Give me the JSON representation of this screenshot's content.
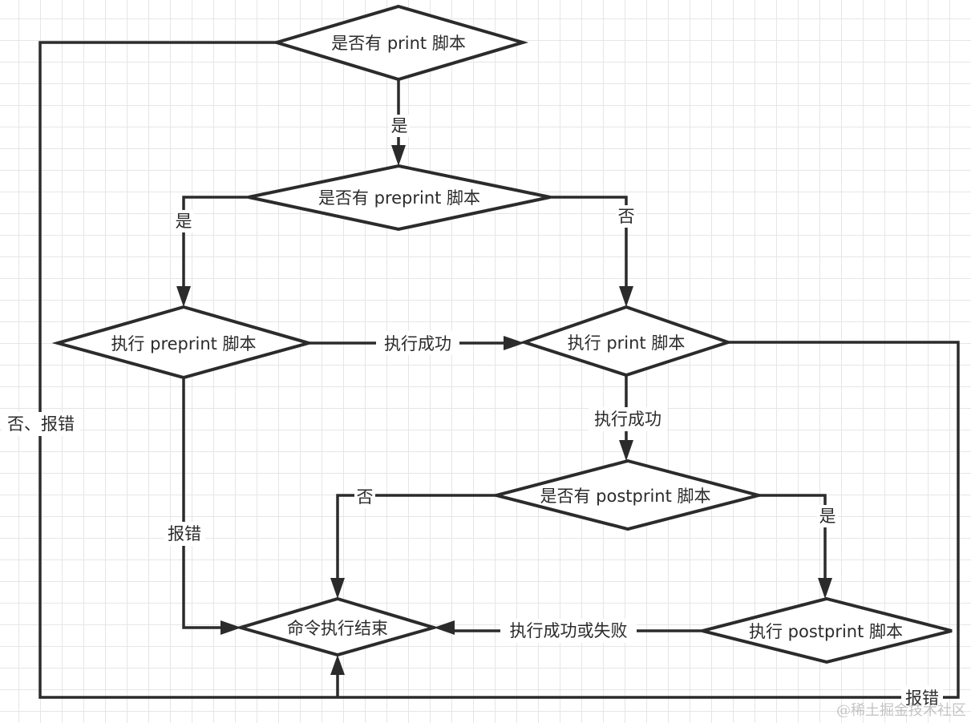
{
  "nodes": {
    "has_print": "是否有 print 脚本",
    "has_preprint": "是否有 preprint 脚本",
    "run_preprint": "执行 preprint 脚本",
    "run_print": "执行 print 脚本",
    "has_postprint": "是否有 postprint 脚本",
    "end": "命令执行结束",
    "run_postprint": "执行 postprint 脚本"
  },
  "edges": {
    "has_print_yes": "是",
    "has_print_no_error": "否、报错",
    "has_preprint_yes": "是",
    "has_preprint_no": "否",
    "preprint_success": "执行成功",
    "preprint_error": "报错",
    "print_success": "执行成功",
    "print_error": "报错",
    "has_postprint_no": "否",
    "has_postprint_yes": "是",
    "postprint_done": "执行成功或失败"
  },
  "colors": {
    "stroke": "#2b2b2b",
    "grid": "#e6e6e6",
    "background": "#ffffff"
  },
  "watermark": "@稀土掘金技术社区"
}
